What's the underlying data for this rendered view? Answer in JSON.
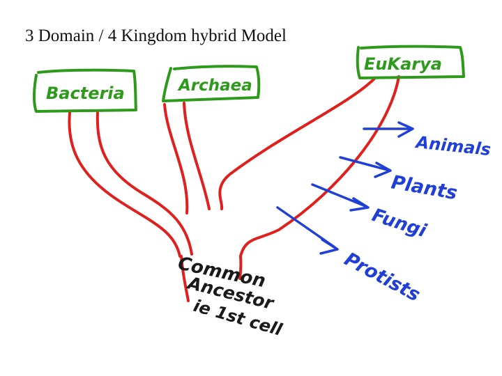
{
  "title": "3 Domain / 4 Kingdom hybrid Model",
  "domains": [
    {
      "label": "Bacteria"
    },
    {
      "label": "Archaea"
    },
    {
      "label": "EuKarya"
    }
  ],
  "kingdoms": [
    {
      "label": "Animals"
    },
    {
      "label": "Plants"
    },
    {
      "label": "Fungi"
    },
    {
      "label": "Protists"
    }
  ],
  "root": {
    "line1": "Common",
    "line2": "Ancestor",
    "line3": "ie 1st cell"
  },
  "colors": {
    "domain": "#2e9a1c",
    "kingdom": "#1f3fd6",
    "branch": "#e0201c",
    "root_text": "#1a1a1a",
    "title": "#111111"
  }
}
